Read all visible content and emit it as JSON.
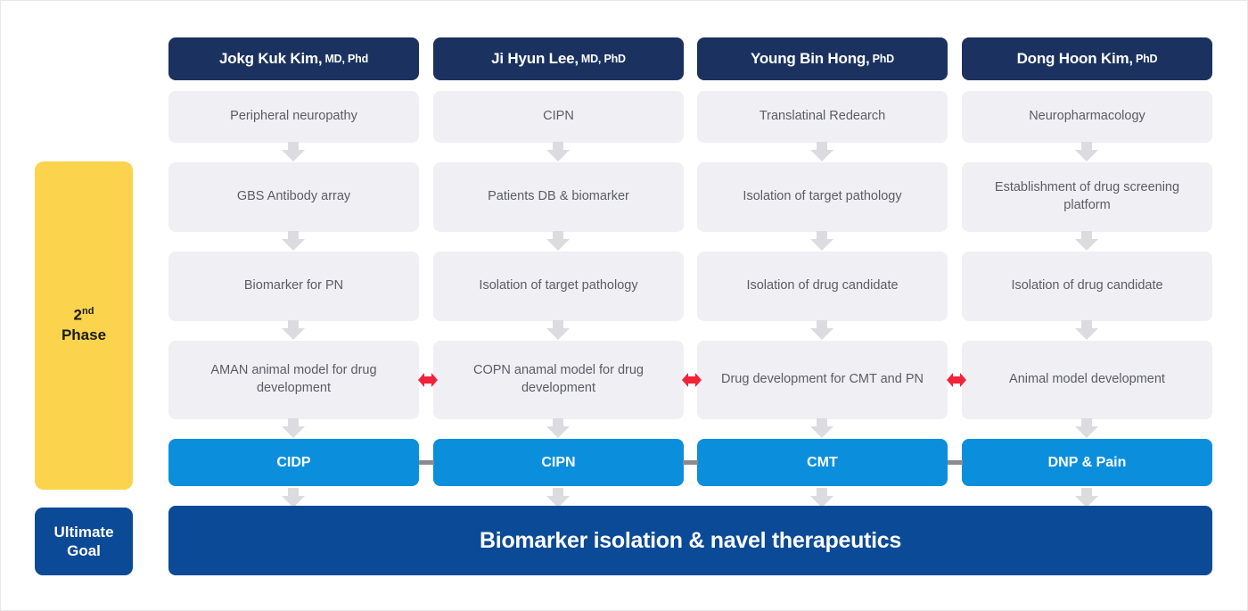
{
  "sidebar": {
    "phase": {
      "number": "2",
      "ordinal": "nd",
      "label": "Phase"
    },
    "ultimate_goal_line1": "Ultimate",
    "ultimate_goal_line2": "Goal"
  },
  "columns": [
    {
      "person_name": "Jokg Kuk Kim,",
      "person_degree": "MD, Phd",
      "steps": [
        "Peripheral neuropathy",
        "GBS Antibody array",
        "Biomarker for PN",
        "AMAN animal model for drug development"
      ],
      "outcome": "CIDP"
    },
    {
      "person_name": "Ji Hyun Lee,",
      "person_degree": "MD, PhD",
      "steps": [
        "CIPN",
        "Patients DB & biomarker",
        "Isolation of target pathology",
        "COPN anamal model for drug development"
      ],
      "outcome": "CIPN"
    },
    {
      "person_name": "Young Bin Hong,",
      "person_degree": "PhD",
      "steps": [
        "Translatinal Redearch",
        "Isolation of target pathology",
        "Isolation of drug candidate",
        "Drug development for CMT and PN"
      ],
      "outcome": "CMT"
    },
    {
      "person_name": "Dong Hoon Kim,",
      "person_degree": "PhD",
      "steps": [
        "Neuropharmacology",
        "Establishment of drug screening platform",
        "Isolation of drug candidate",
        "Animal model development"
      ],
      "outcome": "DNP & Pain"
    }
  ],
  "banner": {
    "text": "Biomarker isolation & navel therapeutics"
  },
  "colors": {
    "header_navy": "#1B3260",
    "step_gray": "#F0EFF4",
    "outcome_blue": "#0B8FDC",
    "banner_blue": "#0B4A96",
    "phase_yellow": "#FCD34D",
    "red_arrow": "#F0233B",
    "connector_gray": "#8A8A8F",
    "arrow_gray": "#DCDCE0"
  }
}
